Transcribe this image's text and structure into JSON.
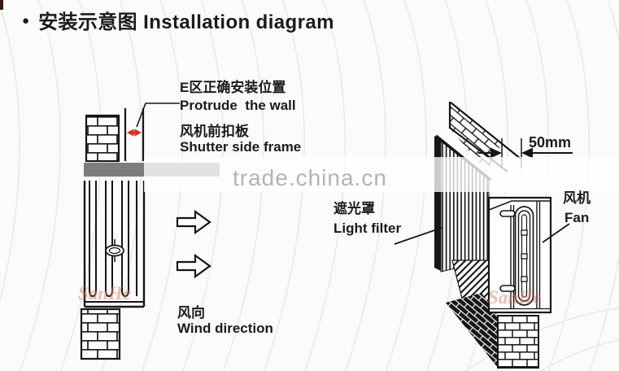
{
  "title": {
    "bullet": "●",
    "text": "安装示意图 Installation diagram"
  },
  "left_diagram": {
    "label_protrude_zh": "E区正确安装位置",
    "label_protrude_en": "Protrude  the wall",
    "label_shutter_zh": "风机前扣板",
    "label_shutter_en": "Shutter side frame",
    "label_wind_zh": "风向",
    "label_wind_en": "Wind direction"
  },
  "right_diagram": {
    "dimension_label": "50mm",
    "label_filter_zh": "遮光罩",
    "label_filter_en": "Light filter",
    "label_fan_zh": "风机",
    "label_fan_en": "Fan"
  },
  "watermarks": {
    "site": "trade.china.cn",
    "brand_left": "SanHe",
    "brand_right": "SanHe"
  },
  "colors": {
    "ink": "#1b1b1b",
    "accent_red": "#d5331a",
    "panel_gray": "#7d7d7d",
    "watermark_gray": "#b3b3b3",
    "brand_pink": "#e07a63"
  }
}
